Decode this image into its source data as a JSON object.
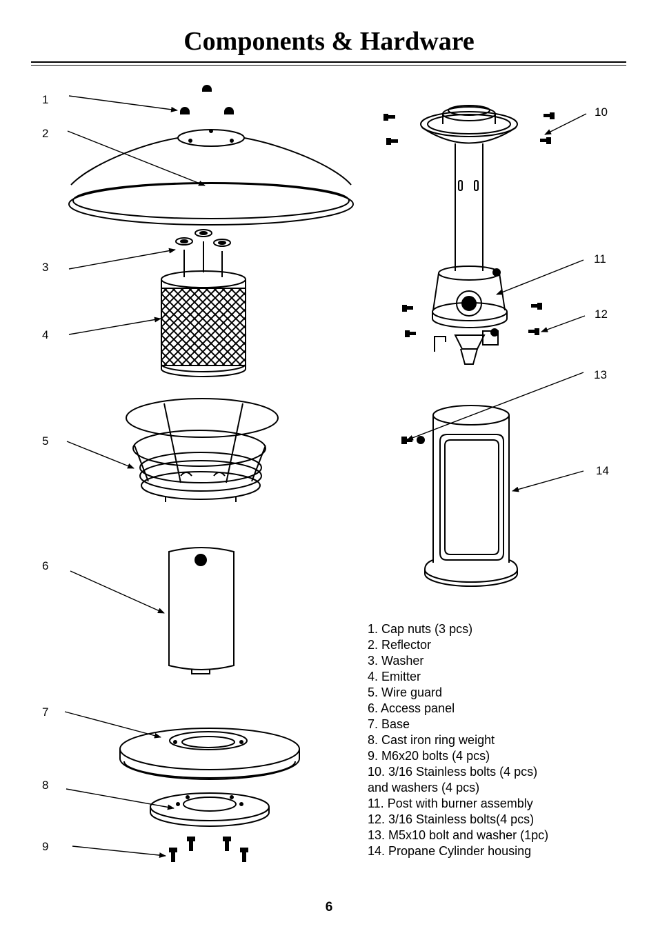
{
  "page": {
    "title": "Components & Hardware",
    "page_number": "6"
  },
  "callouts": [
    "1",
    "2",
    "3",
    "4",
    "5",
    "6",
    "7",
    "8",
    "9",
    "10",
    "11",
    "12",
    "13",
    "14"
  ],
  "legend": [
    "1. Cap nuts (3 pcs)",
    "2. Reflector",
    "3. Washer",
    "4. Emitter",
    "5. Wire guard",
    "6. Access panel",
    "7. Base",
    "8. Cast iron ring weight",
    "9. M6x20 bolts (4 pcs)",
    "10. 3/16 Stainless bolts  (4 pcs)",
    "and washers (4 pcs)",
    "11. Post with burner assembly",
    "12. 3/16 Stainless bolts(4 pcs)",
    "13. M5x10 bolt and washer (1pc)",
    "14. Propane Cylinder housing"
  ]
}
